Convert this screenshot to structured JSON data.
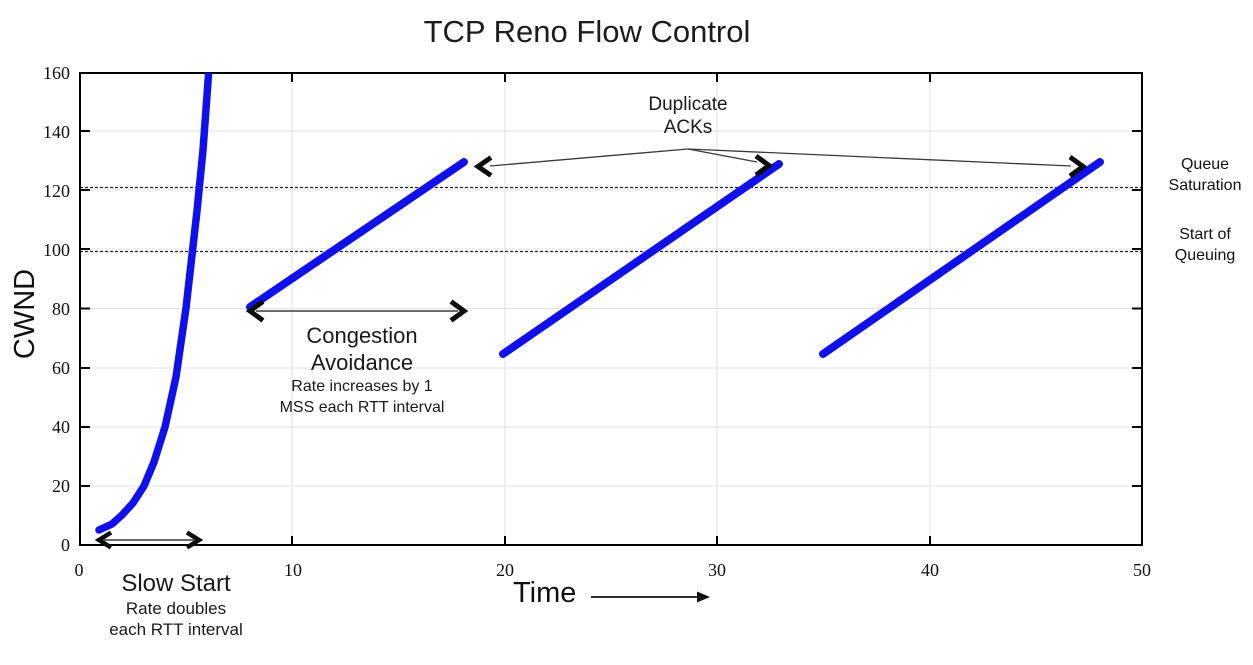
{
  "title": "TCP Reno Flow Control",
  "axes": {
    "y": {
      "label": "CWND",
      "ticks": [
        "0",
        "20",
        "40",
        "60",
        "80",
        "100",
        "120",
        "140",
        "160"
      ]
    },
    "x": {
      "label": "Time",
      "ticks": [
        "0",
        "10",
        "20",
        "30",
        "40",
        "50"
      ]
    }
  },
  "annotations": {
    "duplicate_acks": {
      "line1": "Duplicate",
      "line2": "ACKs"
    },
    "congestion_avoidance": {
      "title1": "Congestion",
      "title2": "Avoidance",
      "sub1": "Rate increases by 1",
      "sub2": "MSS each RTT interval"
    },
    "slow_start": {
      "title": "Slow Start",
      "sub1": "Rate doubles",
      "sub2": "each RTT interval"
    },
    "queue_saturation": {
      "line1": "Queue",
      "line2": "Saturation"
    },
    "start_of_queuing": {
      "line1": "Start of",
      "line2": "Queuing"
    }
  },
  "colors": {
    "series_blue": "#1010EB",
    "grid": "#E0E0E0",
    "axis": "#000000",
    "annotation_line": "#3a3a3a"
  },
  "chart_data": {
    "type": "line",
    "title": "TCP Reno Flow Control",
    "xlabel": "Time",
    "ylabel": "CWND",
    "xlim": [
      0,
      50
    ],
    "ylim": [
      0,
      160
    ],
    "x_ticks": [
      0,
      10,
      20,
      30,
      40,
      50
    ],
    "y_ticks": [
      0,
      20,
      40,
      60,
      80,
      100,
      120,
      140,
      160
    ],
    "grid": true,
    "legend": "none",
    "series": [
      {
        "name": "slow-start",
        "phase": "Slow Start: rate doubles each RTT interval",
        "points": [
          [
            1,
            5
          ],
          [
            2,
            10
          ],
          [
            3,
            20
          ],
          [
            4,
            40
          ],
          [
            5,
            80
          ],
          [
            6,
            160
          ]
        ]
      },
      {
        "name": "congestion-avoidance-1",
        "phase": "Congestion Avoidance: rate increases by 1 MSS each RTT interval",
        "points": [
          [
            8,
            80
          ],
          [
            18,
            130
          ]
        ]
      },
      {
        "name": "congestion-avoidance-2",
        "phase": "Congestion Avoidance",
        "points": [
          [
            20,
            65
          ],
          [
            33,
            130
          ]
        ]
      },
      {
        "name": "congestion-avoidance-3",
        "phase": "Congestion Avoidance",
        "points": [
          [
            35,
            65
          ],
          [
            48,
            130
          ]
        ]
      }
    ],
    "reference_lines": [
      {
        "label": "Queue Saturation",
        "y": 122,
        "style": "dashed"
      },
      {
        "label": "Start of Queuing",
        "y": 100,
        "style": "dashed"
      }
    ],
    "event_annotations": [
      {
        "label": "Duplicate ACKs",
        "targets_x": [
          18,
          33,
          48
        ]
      }
    ],
    "line_color": "#1010EB"
  }
}
